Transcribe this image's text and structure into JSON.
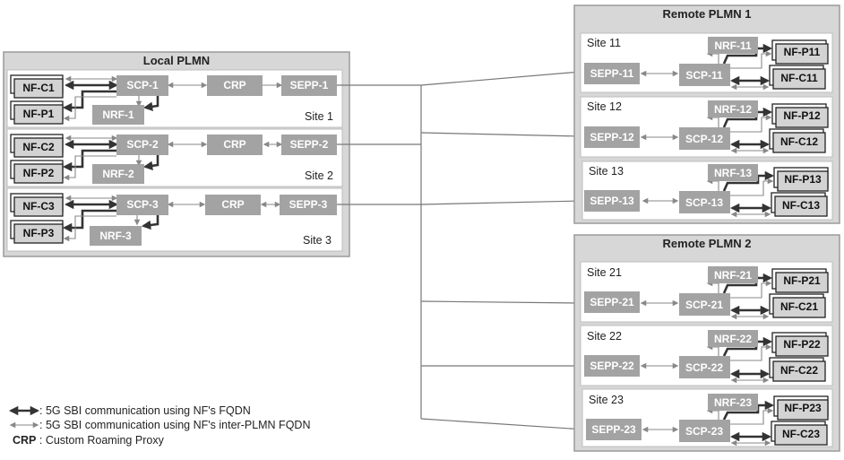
{
  "local_plmn": {
    "title": "Local PLMN",
    "sites": [
      {
        "label": "Site 1",
        "nf_c": "NF-C1",
        "nf_p": "NF-P1",
        "scp": "SCP-1",
        "nrf": "NRF-1",
        "crp": "CRP",
        "sepp": "SEPP-1"
      },
      {
        "label": "Site 2",
        "nf_c": "NF-C2",
        "nf_p": "NF-P2",
        "scp": "SCP-2",
        "nrf": "NRF-2",
        "crp": "CRP",
        "sepp": "SEPP-2"
      },
      {
        "label": "Site 3",
        "nf_c": "NF-C3",
        "nf_p": "NF-P3",
        "scp": "SCP-3",
        "nrf": "NRF-3",
        "crp": "CRP",
        "sepp": "SEPP-3"
      }
    ]
  },
  "remote_plmns": [
    {
      "title": "Remote PLMN 1",
      "sites": [
        {
          "label": "Site 11",
          "sepp": "SEPP-11",
          "scp": "SCP-11",
          "nrf": "NRF-11",
          "nf_p": "NF-P11",
          "nf_c": "NF-C11"
        },
        {
          "label": "Site 12",
          "sepp": "SEPP-12",
          "scp": "SCP-12",
          "nrf": "NRF-12",
          "nf_p": "NF-P12",
          "nf_c": "NF-C12"
        },
        {
          "label": "Site 13",
          "sepp": "SEPP-13",
          "scp": "SCP-13",
          "nrf": "NRF-13",
          "nf_p": "NF-P13",
          "nf_c": "NF-C13"
        }
      ]
    },
    {
      "title": "Remote PLMN 2",
      "sites": [
        {
          "label": "Site 21",
          "sepp": "SEPP-21",
          "scp": "SCP-21",
          "nrf": "NRF-21",
          "nf_p": "NF-P21",
          "nf_c": "NF-C21"
        },
        {
          "label": "Site 22",
          "sepp": "SEPP-22",
          "scp": "SCP-22",
          "nrf": "NRF-22",
          "nf_p": "NF-P22",
          "nf_c": "NF-C22"
        },
        {
          "label": "Site 23",
          "sepp": "SEPP-23",
          "scp": "SCP-23",
          "nrf": "NRF-23",
          "nf_p": "NF-P23",
          "nf_c": "NF-C23"
        }
      ]
    }
  ],
  "legend": {
    "thick_arrow_text": ": 5G SBI communication using NF's FQDN",
    "thin_arrow_text": ": 5G SBI communication using NF's inter-PLMN FQDN",
    "crp_key": "CRP",
    "crp_text": " : Custom Roaming Proxy"
  },
  "colors": {
    "panel": "#d7d7d7",
    "component_box": "#a3a3a3",
    "nf_box": "#d3d3d3"
  }
}
